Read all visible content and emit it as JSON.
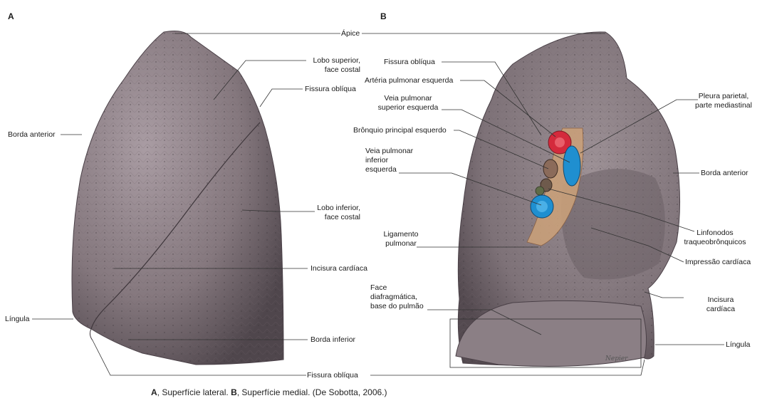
{
  "panels": {
    "a": "A",
    "b": "B"
  },
  "labels": {
    "apice": "Ápice",
    "lobo_superior_1": "Lobo superior,",
    "lobo_superior_2": "face costal",
    "fissura_obliqua_a": "Fissura oblíqua",
    "borda_anterior_a": "Borda anterior",
    "lobo_inferior_1": "Lobo inferior,",
    "lobo_inferior_2": "face costal",
    "incisura_cardiaca_a": "Incisura cardíaca",
    "lingula_a": "Língula",
    "borda_inferior": "Borda inferior",
    "fissura_obliqua_bottom": "Fissura oblíqua",
    "fissura_obliqua_b": "Fissura oblíqua",
    "arteria_pulmonar": "Artéria pulmonar esquerda",
    "veia_sup_1": "Veia pulmonar",
    "veia_sup_2": "superior esquerda",
    "bronquio": "Brônquio principal esquerdo",
    "veia_inf_1": "Veia pulmonar",
    "veia_inf_2": "inferior",
    "veia_inf_3": "esquerda",
    "ligamento_1": "Ligamento",
    "ligamento_2": "pulmonar",
    "face_diaf_1": "Face",
    "face_diaf_2": "diafragmática,",
    "face_diaf_3": "base do pulmão",
    "pleura_1": "Pleura parietal,",
    "pleura_2": "parte mediastinal",
    "borda_anterior_b": "Borda anterior",
    "linfonodos_1": "Linfonodos",
    "linfonodos_2": "traqueobrônquicos",
    "impressao": "Impressão cardíaca",
    "incisura_b_1": "Incisura",
    "incisura_b_2": "cardíaca",
    "lingula_b": "Língula"
  },
  "caption": {
    "a": "A",
    "a_text": ", Superfície lateral. ",
    "b": "B",
    "b_text": ", Superfície medial. (De Sobotta, 2006.)"
  },
  "signature": "Nepier",
  "colors": {
    "lung_surface": "#8a7c82",
    "lung_shade": "#5e535a",
    "artery": "#d42a3c",
    "vein": "#1f8fd0",
    "bronchus": "#8b6b5a",
    "pleura": "#c9a07a"
  }
}
